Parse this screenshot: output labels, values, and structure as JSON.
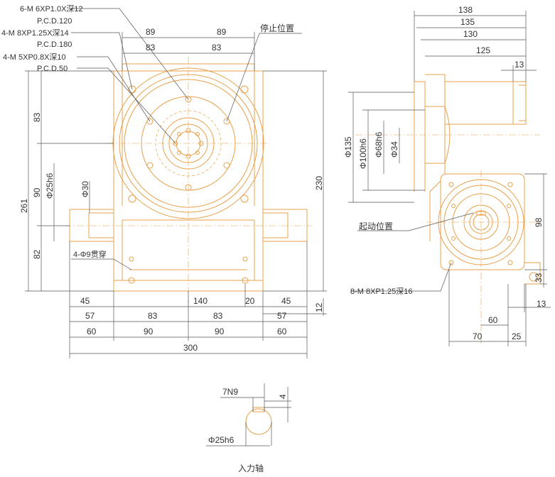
{
  "front_view": {
    "callouts": {
      "m6": "6-M 6XP1.0X深12",
      "pcd120": "P.C.D.120",
      "m8_14": "4-M 8XP1.25X深14",
      "pcd180": "P.C.D.180",
      "m5": "4-M 5XP0.8X深10",
      "pcd50": "P.C.D.50",
      "stop_position": "停止位置",
      "mount_holes": "4-Φ9贯穿"
    },
    "dims": {
      "top_left_89": "89",
      "top_right_89": "89",
      "top_left_83": "83",
      "top_right_83": "83",
      "left_83": "83",
      "left_90": "90",
      "left_82": "82",
      "left_261": "261",
      "shaft_d25": "Φ25h6",
      "shaft_d30": "Φ30",
      "right_230": "230",
      "right_12": "12",
      "b_45l": "45",
      "b_140": "140",
      "b_20": "20",
      "b_45r": "45",
      "b_57l": "57",
      "b_83l": "83",
      "b_83r": "83",
      "b_57r": "57",
      "b_60l": "60",
      "b_90l": "90",
      "b_90r": "90",
      "b_60r": "60",
      "b_300": "300"
    }
  },
  "side_view": {
    "callouts": {
      "start_position": "起动位置",
      "m8_16": "8-M 8XP1.25深16"
    },
    "dims": {
      "t_138": "138",
      "t_135": "135",
      "t_130": "130",
      "t_125": "125",
      "t_13": "13",
      "d135": "Φ135",
      "d100": "Φ100h6",
      "d68": "Φ68h6",
      "d34": "Φ34",
      "r_98": "98",
      "r_33": "33",
      "r_13": "13",
      "b_60": "60",
      "b_70": "70",
      "b_25": "25"
    }
  },
  "shaft_detail": {
    "key_label": "7N9",
    "depth": "4",
    "diameter": "Φ25h6",
    "caption": "入力轴"
  },
  "colors": {
    "outline": "#e8a04a",
    "dimension": "#555555",
    "text": "#333333"
  }
}
